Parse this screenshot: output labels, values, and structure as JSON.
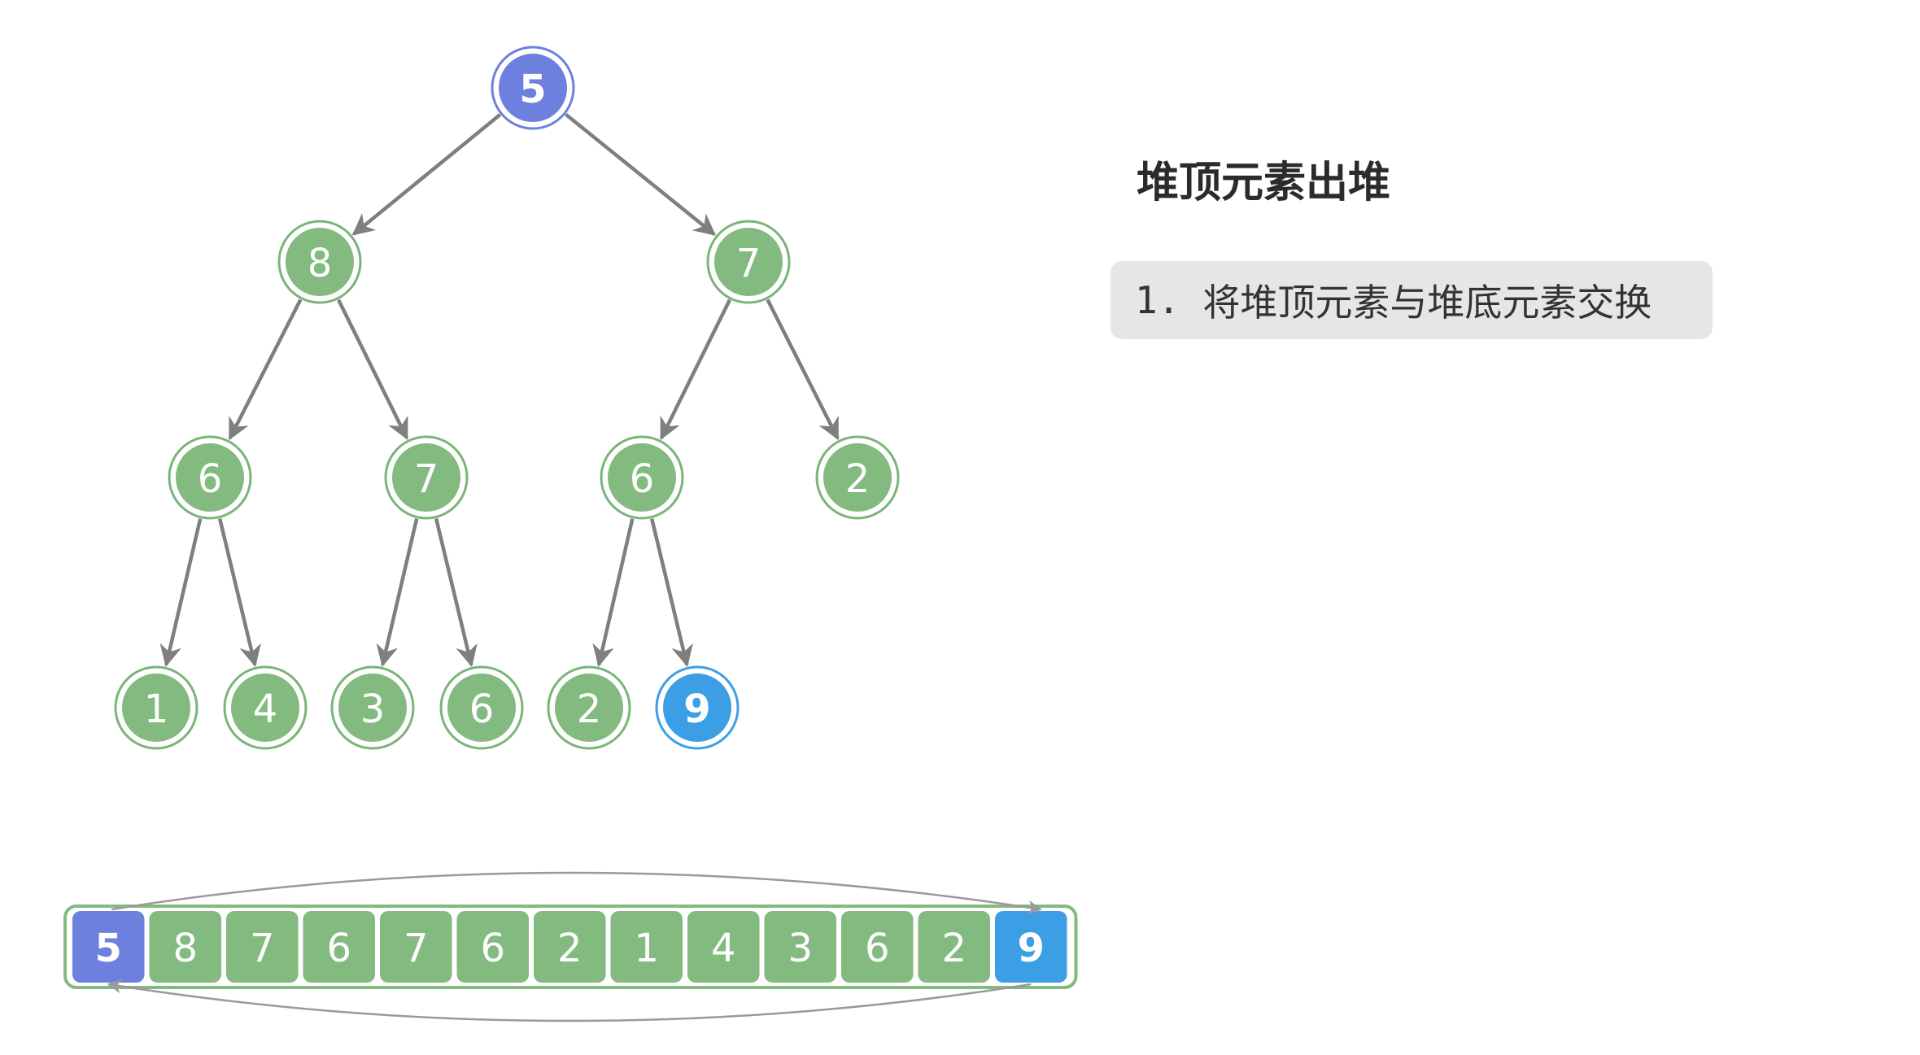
{
  "title": "堆顶元素出堆",
  "steps": [
    {
      "number": "1.",
      "text": "将堆顶元素与堆底元素交换"
    }
  ],
  "tree": {
    "nodes": [
      {
        "value": "5",
        "state": "swapped-top"
      },
      {
        "value": "8",
        "state": "normal"
      },
      {
        "value": "7",
        "state": "normal"
      },
      {
        "value": "6",
        "state": "normal"
      },
      {
        "value": "7",
        "state": "normal"
      },
      {
        "value": "6",
        "state": "normal"
      },
      {
        "value": "2",
        "state": "normal"
      },
      {
        "value": "1",
        "state": "normal"
      },
      {
        "value": "4",
        "state": "normal"
      },
      {
        "value": "3",
        "state": "normal"
      },
      {
        "value": "6",
        "state": "normal"
      },
      {
        "value": "2",
        "state": "normal"
      },
      {
        "value": "9",
        "state": "swapped-bottom"
      }
    ],
    "edges": [
      [
        0,
        1
      ],
      [
        0,
        2
      ],
      [
        1,
        3
      ],
      [
        1,
        4
      ],
      [
        2,
        5
      ],
      [
        2,
        6
      ],
      [
        3,
        7
      ],
      [
        3,
        8
      ],
      [
        4,
        9
      ],
      [
        4,
        10
      ],
      [
        5,
        11
      ],
      [
        5,
        12
      ]
    ]
  },
  "array": {
    "cells": [
      "5",
      "8",
      "7",
      "6",
      "7",
      "6",
      "2",
      "1",
      "4",
      "3",
      "6",
      "2",
      "9"
    ],
    "swap_indices": [
      0,
      12
    ]
  },
  "colors": {
    "normal_fill": "#82ba7f",
    "normal_ring": "#7ab577",
    "top_fill": "#6d80dd",
    "top_ring": "#6d80dd",
    "bottom_fill": "#3c9fe6",
    "bottom_ring": "#3c9fe6",
    "edge": "#7f7f7f",
    "array_border": "#82ba7f",
    "swap_arc": "#9a9a9a"
  }
}
